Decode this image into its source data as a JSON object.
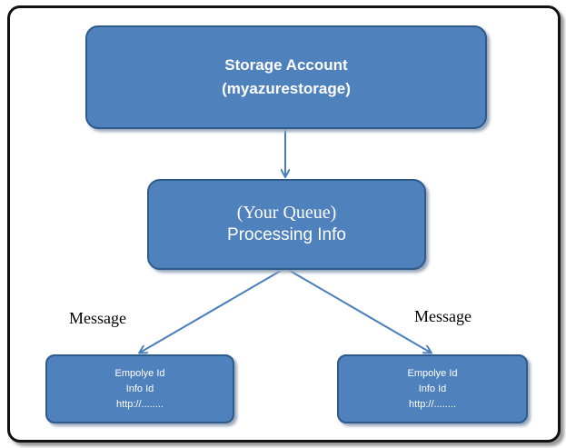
{
  "storage_account": {
    "line1": "Storage Account",
    "line2": "(myazurestorage)"
  },
  "queue": {
    "line1": "(Your Queue)",
    "line2": "Processing Info"
  },
  "edge_labels": {
    "left": "Message",
    "right": "Message"
  },
  "messages": [
    {
      "line1": "Empolye Id",
      "line2": "Info Id",
      "line3": "http://........"
    },
    {
      "line1": "Empolye Id",
      "line2": "Info Id",
      "line3": "http://........"
    }
  ],
  "colors": {
    "box_fill": "#4f81bd",
    "box_border": "#2f5a8c",
    "arrow": "#4a7ebb"
  }
}
